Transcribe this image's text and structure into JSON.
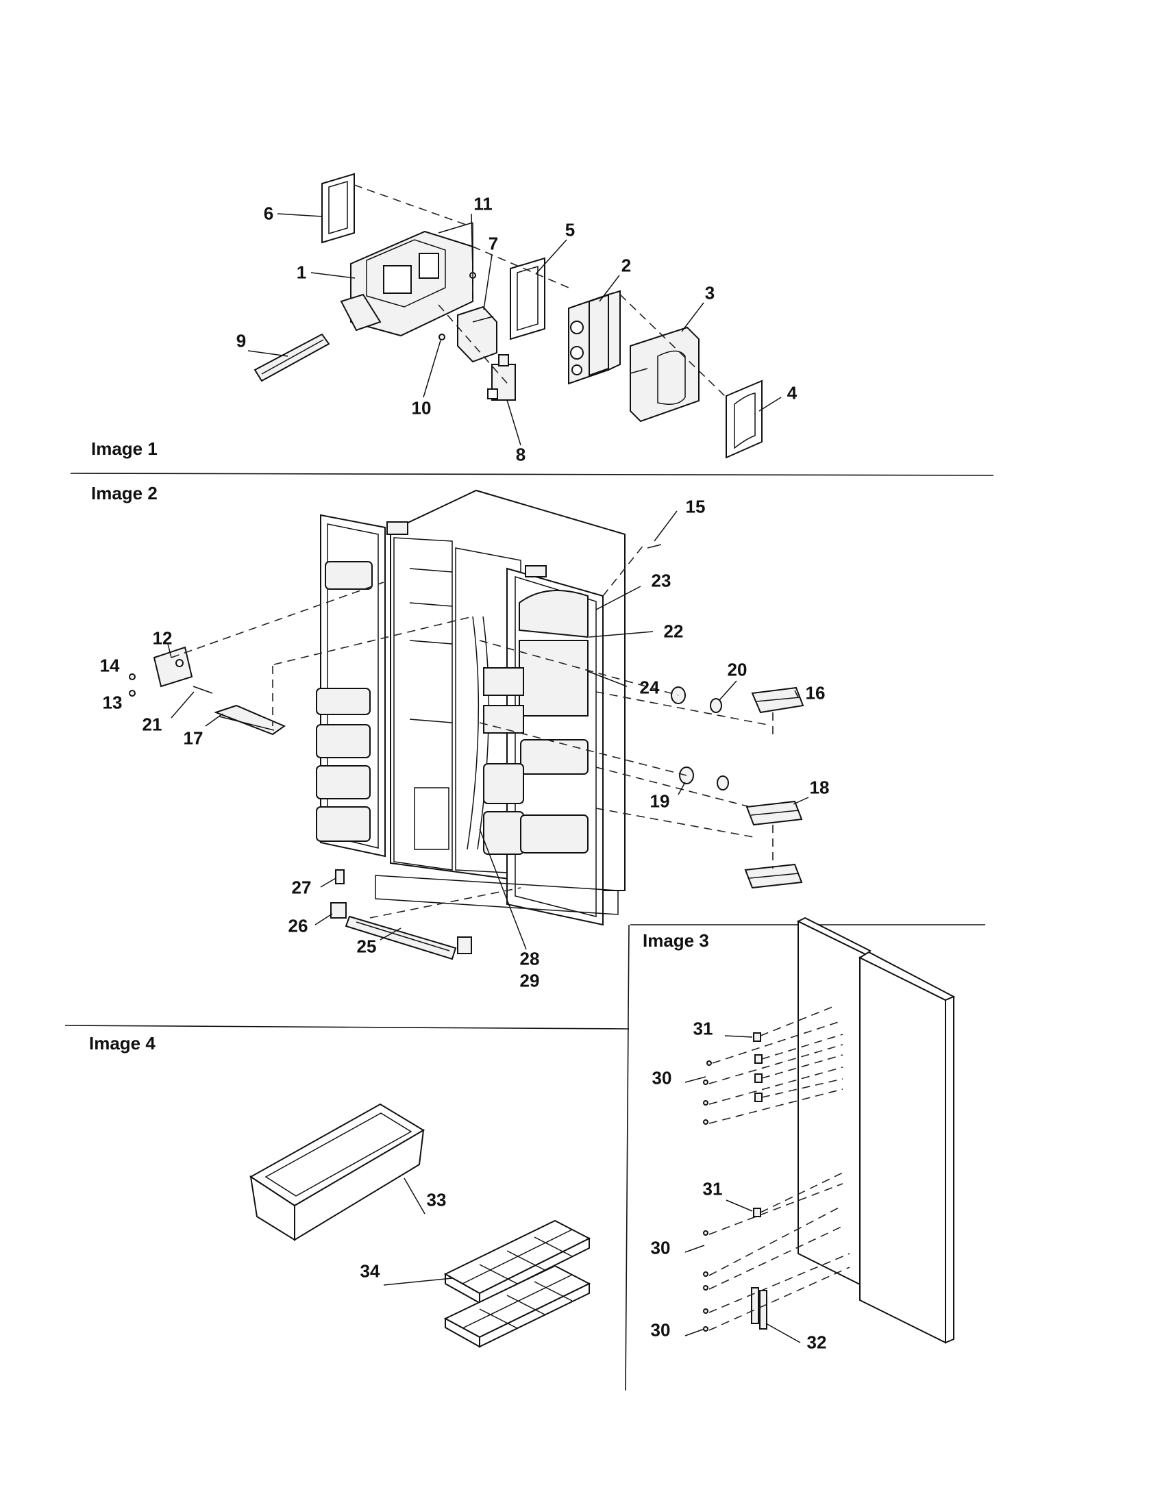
{
  "panels": {
    "image1": "Image 1",
    "image2": "Image 2",
    "image3": "Image 3",
    "image4": "Image 4"
  },
  "callouts": {
    "n1": "1",
    "n2": "2",
    "n3": "3",
    "n4": "4",
    "n5": "5",
    "n6": "6",
    "n7": "7",
    "n8": "8",
    "n9": "9",
    "n10": "10",
    "n11": "11",
    "n12": "12",
    "n13": "13",
    "n14": "14",
    "n15": "15",
    "n16": "16",
    "n17": "17",
    "n18": "18",
    "n19": "19",
    "n20": "20",
    "n21": "21",
    "n22": "22",
    "n23": "23",
    "n24": "24",
    "n25": "25",
    "n26": "26",
    "n27": "27",
    "n28": "28",
    "n29": "29",
    "n30a": "30",
    "n30b": "30",
    "n30c": "30",
    "n31a": "31",
    "n31b": "31",
    "n32": "32",
    "n33": "33",
    "n34": "34"
  }
}
